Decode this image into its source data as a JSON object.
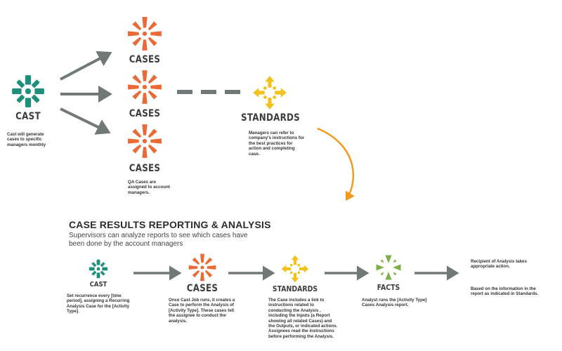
{
  "colors": {
    "cast": "#1f8f7c",
    "cases": "#ea6a35",
    "standards": "#f3c21a",
    "facts": "#7bb044",
    "arrow": "#707878",
    "curve": "#f39a1e"
  },
  "top": {
    "cast_label": "CAST",
    "cast_note": "Cast will generate cases to specific managers monthly",
    "cases_labels": [
      "CASES",
      "CASES",
      "CASES"
    ],
    "cases_note": "QA Cases are assigned to account managers.",
    "standards_label": "STANDARDS",
    "standards_note": "Managers can refer to company's instructions for the best practices for action and completing case."
  },
  "section": {
    "title": "CASE RESULTS REPORTING & ANALYSIS",
    "subtitle": "Supervisors can analyze reports to see which cases have been done by the account managers"
  },
  "flow": {
    "cast_label": "CAST",
    "cast_note": "Set recurrence every [time period], assigning a Recurring Analysis Case for the [Activity Type].",
    "cases_label": "CASES",
    "cases_note": "Once Cast Job runs, it creates a Case to perform the Analysis of [Activity Type]. These cases tell the assignee to conduct the analysis.",
    "standards_label": "STANDARDS",
    "standards_note": "The Case includes a link to instructions related to conducting the Analysis , including the Inputs (a Report showing all related Cases) and the Outputs, or indicated actions. Assignees read the instructions before performing the Analysis.",
    "facts_label": "FACTS",
    "facts_note": "Analyst runs the [Activity Type] Cases Analysis report.",
    "recipient_note": "Recipient of Analysis takes appropriate action.",
    "based_note": "Based on the information in the report as indicated in Standards."
  }
}
